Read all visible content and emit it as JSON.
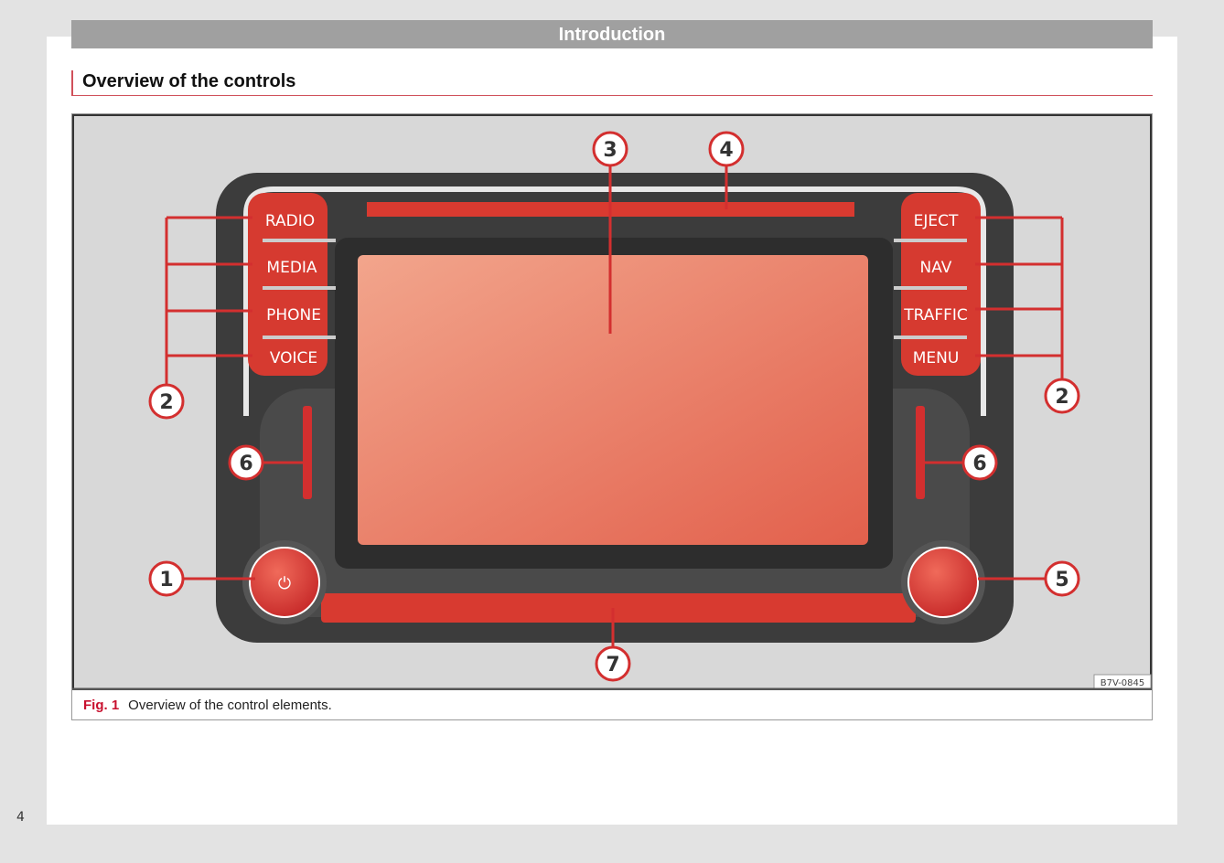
{
  "header": {
    "title": "Introduction"
  },
  "section": {
    "title": "Overview of the controls"
  },
  "figure": {
    "left_buttons": [
      "RADIO",
      "MEDIA",
      "PHONE",
      "VOICE"
    ],
    "right_buttons": [
      "EJECT",
      "NAV",
      "TRAFFIC",
      "MENU"
    ],
    "callouts": {
      "c1": "1",
      "c2": "2",
      "c3": "3",
      "c4": "4",
      "c5": "5",
      "c6": "6",
      "c7": "7"
    },
    "code": "B7V-0845",
    "caption_label": "Fig. 1",
    "caption_text": "Overview of the control elements."
  },
  "page_number": "4",
  "colors": {
    "accent": "#c8102e",
    "header_bar": "#a0a0a0"
  }
}
